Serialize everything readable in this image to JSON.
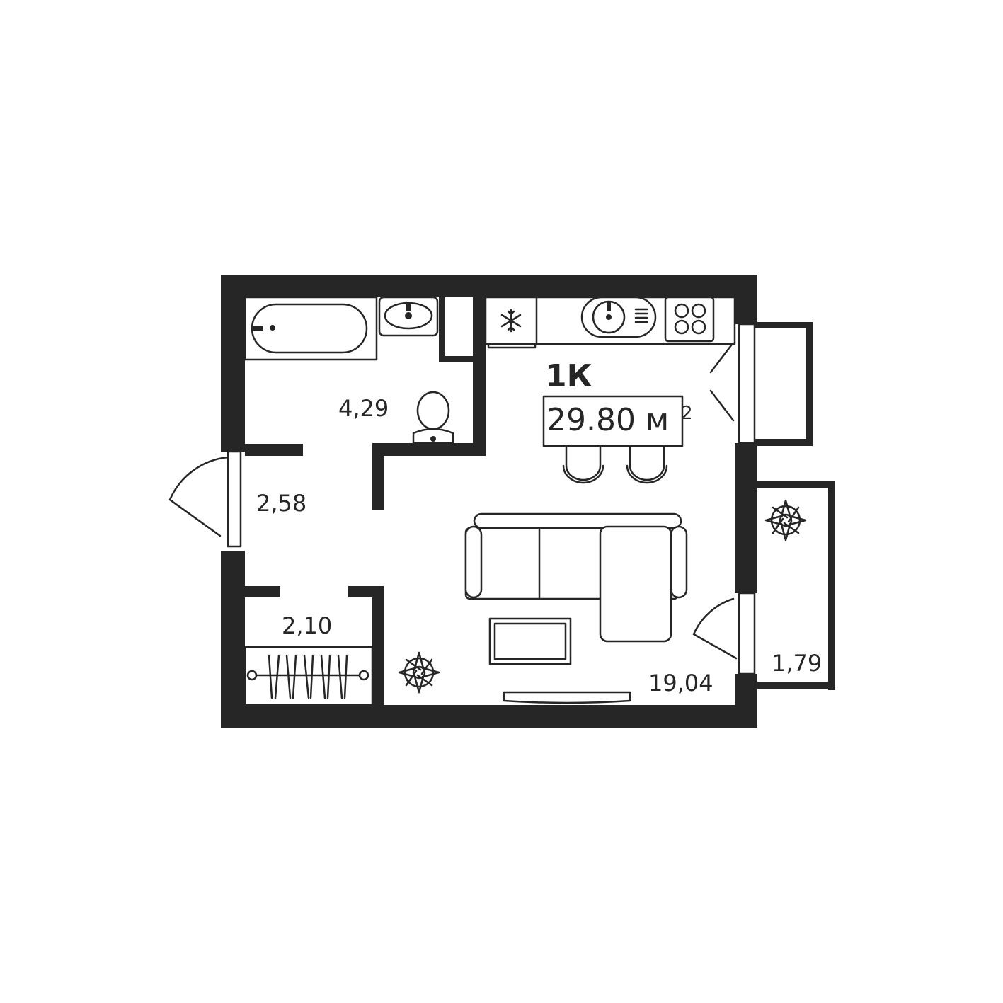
{
  "apartment": {
    "type": "1К",
    "total_area": "29.80 м",
    "total_area_unit_power": "2"
  },
  "rooms": {
    "bathroom_area": "4,29",
    "hallway_area": "2,58",
    "closet_area": "2,10",
    "living_area": "19,04",
    "balcony_area": "1,79"
  },
  "colors": {
    "wall": "#262626",
    "background": "#ffffff"
  }
}
